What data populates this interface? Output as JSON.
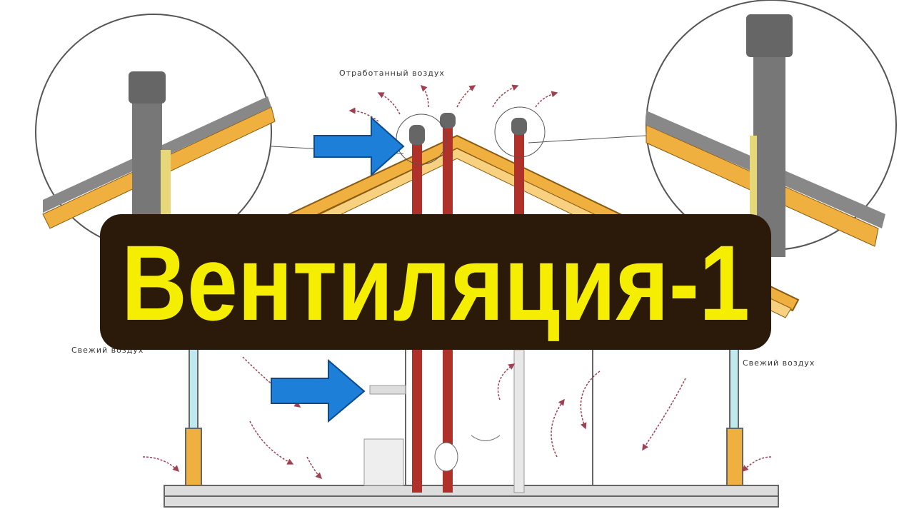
{
  "title": "Вентиляция-1",
  "labels": {
    "exhaust_air": "Отработанный воздух",
    "fresh_air_left": "Свежий воздух",
    "fresh_air_right": "Свежий воздух"
  },
  "colors": {
    "title_fill": "#f5ee00",
    "title_outline": "#2b1a0a",
    "arrow_blue": "#1e7fd8",
    "pipe_red": "#b0302a",
    "timber": "#f0b040",
    "air_flow": "#a04050"
  }
}
